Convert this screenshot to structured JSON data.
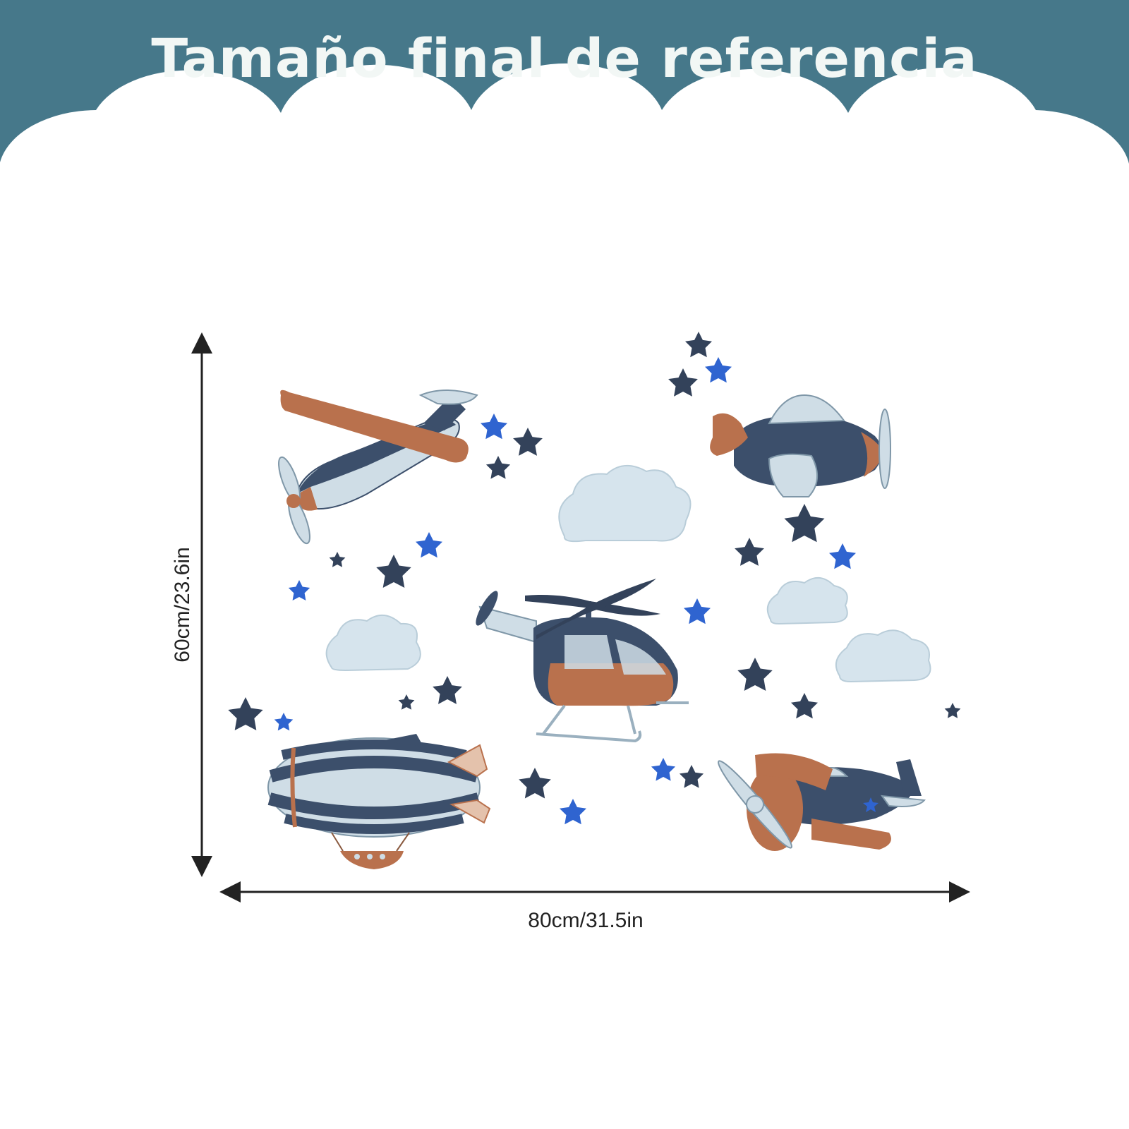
{
  "banner": {
    "title": "Tamaño final de referencia",
    "color": "#46788a",
    "text_color": "#f2f7f5"
  },
  "dimensions": {
    "width_label": "80cm/31.5in",
    "height_label": "60cm/23.6in"
  },
  "palette": {
    "navy": "#3c4f6b",
    "rust": "#b9714d",
    "pale_blue": "#cfdde6",
    "cloud": "#d9e6ee",
    "star_dark": "#33425a",
    "star_blue": "#2f64d0"
  },
  "illustrations": [
    "airplane-icon",
    "airplane-icon",
    "helicopter-icon",
    "airship-icon",
    "airplane-icon",
    "cloud-icon",
    "star-icon"
  ]
}
